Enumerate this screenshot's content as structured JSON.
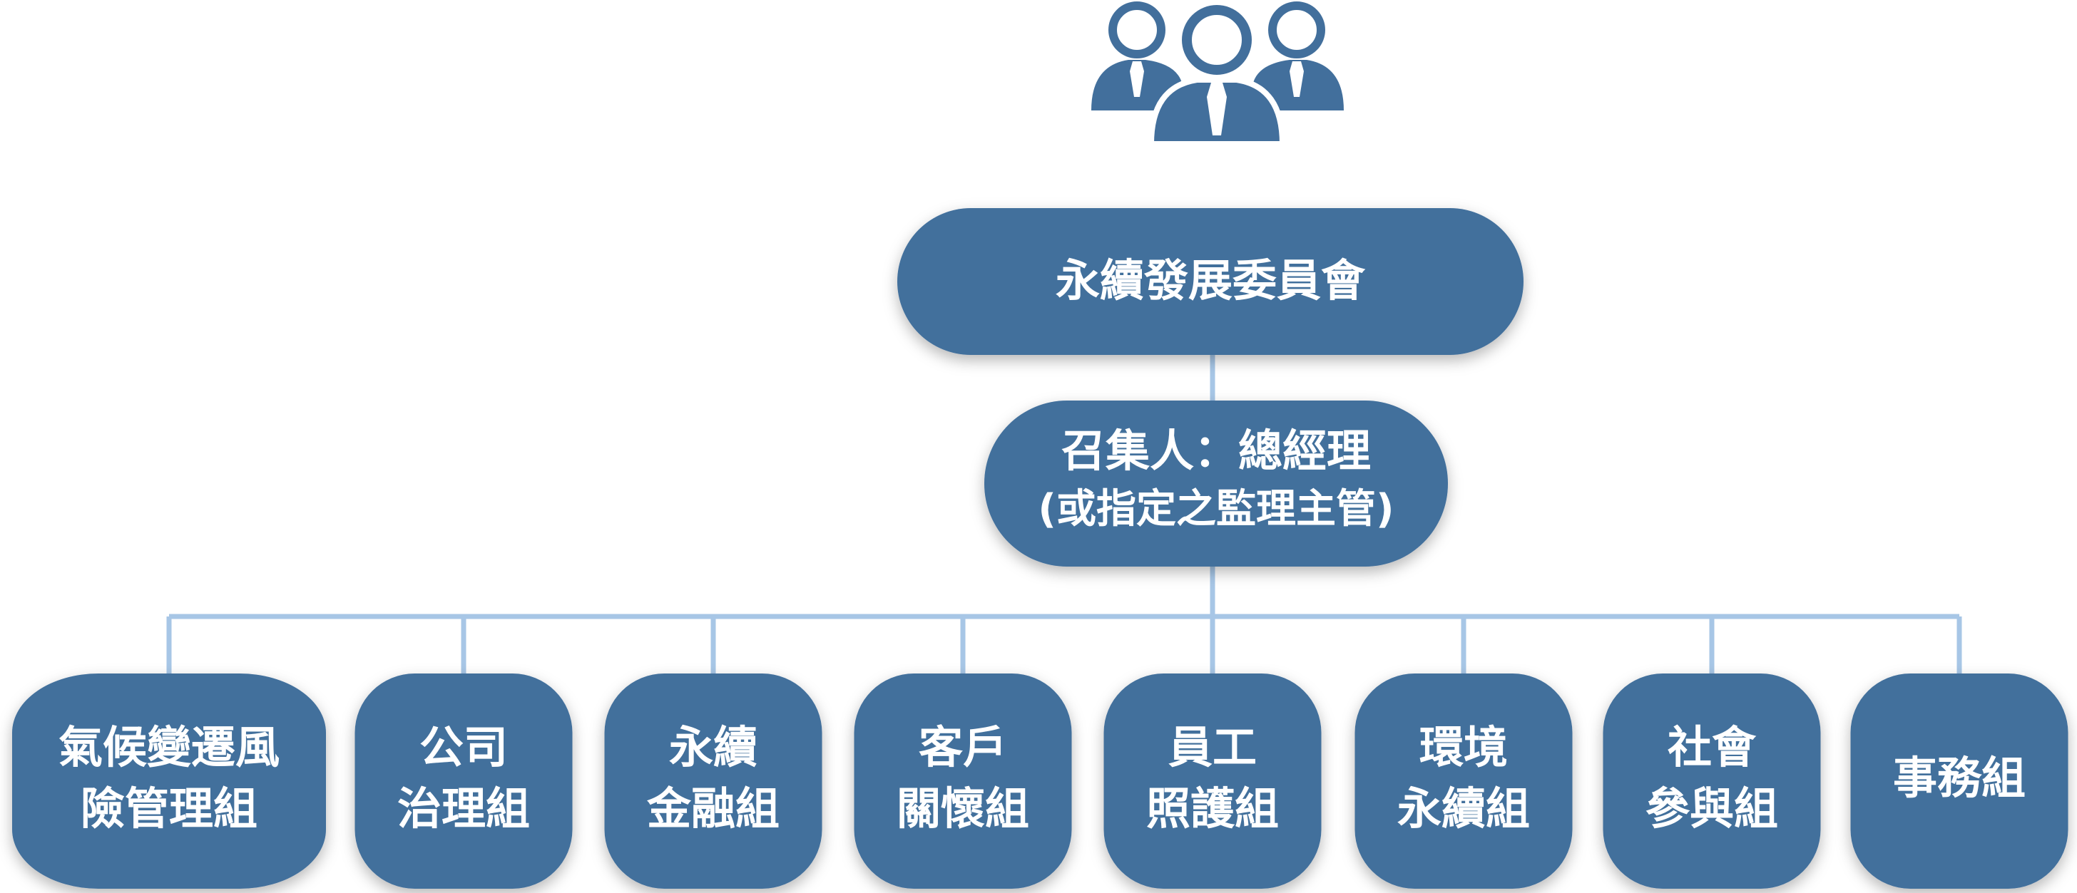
{
  "colors": {
    "box_fill": "#426f9c",
    "connector": "#a7c6e6",
    "text": "#ffffff",
    "icon": "#426f9c"
  },
  "header_icon": "team-people-icon",
  "committee": {
    "title": "永續發展委員會"
  },
  "convener": {
    "line1": "召集人：總經理",
    "line2": "(或指定之監理主管)"
  },
  "groups": [
    {
      "lines": [
        "氣候變遷風",
        "險管理組"
      ]
    },
    {
      "lines": [
        "公司",
        "治理組"
      ]
    },
    {
      "lines": [
        "永續",
        "金融組"
      ]
    },
    {
      "lines": [
        "客戶",
        "關懷組"
      ]
    },
    {
      "lines": [
        "員工",
        "照護組"
      ]
    },
    {
      "lines": [
        "環境",
        "永續組"
      ]
    },
    {
      "lines": [
        "社會",
        "參與組"
      ]
    },
    {
      "lines": [
        "事務組"
      ]
    }
  ]
}
